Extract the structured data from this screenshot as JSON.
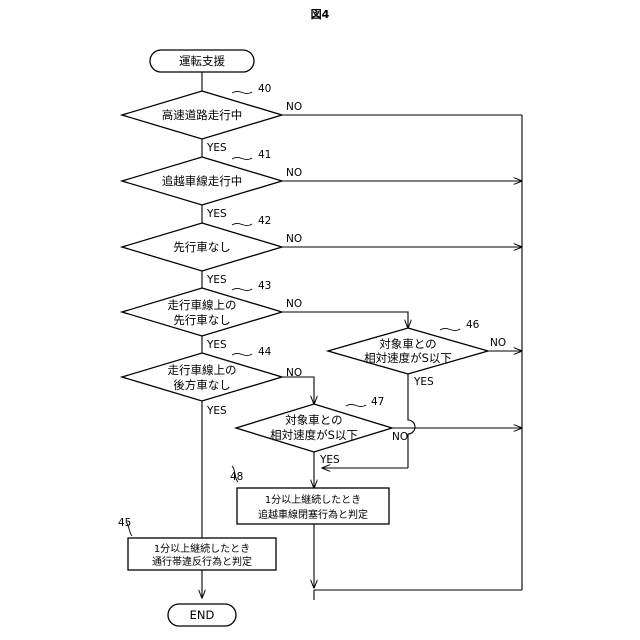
{
  "figure_title": "図4",
  "terminals": {
    "start": "運転支援",
    "end": "END"
  },
  "decisions": {
    "d40": {
      "ref": "40",
      "lines": [
        "高速道路走行中"
      ]
    },
    "d41": {
      "ref": "41",
      "lines": [
        "追越車線走行中"
      ]
    },
    "d42": {
      "ref": "42",
      "lines": [
        "先行車なし"
      ]
    },
    "d43": {
      "ref": "43",
      "lines": [
        "走行車線上の",
        "先行車なし"
      ]
    },
    "d44": {
      "ref": "44",
      "lines": [
        "走行車線上の",
        "後方車なし"
      ]
    },
    "d46": {
      "ref": "46",
      "lines": [
        "対象車との",
        "相対速度がS以下"
      ]
    },
    "d47": {
      "ref": "47",
      "lines": [
        "対象車との",
        "相対速度がS以下"
      ]
    }
  },
  "processes": {
    "p48": {
      "ref": "48",
      "lines": [
        "1分以上継続したとき",
        "追越車線閉塞行為と判定"
      ]
    },
    "p45": {
      "ref": "45",
      "lines": [
        "1分以上継続したとき",
        "通行帯違反行為と判定"
      ]
    }
  },
  "branch_labels": {
    "yes": "YES",
    "no": "NO"
  }
}
